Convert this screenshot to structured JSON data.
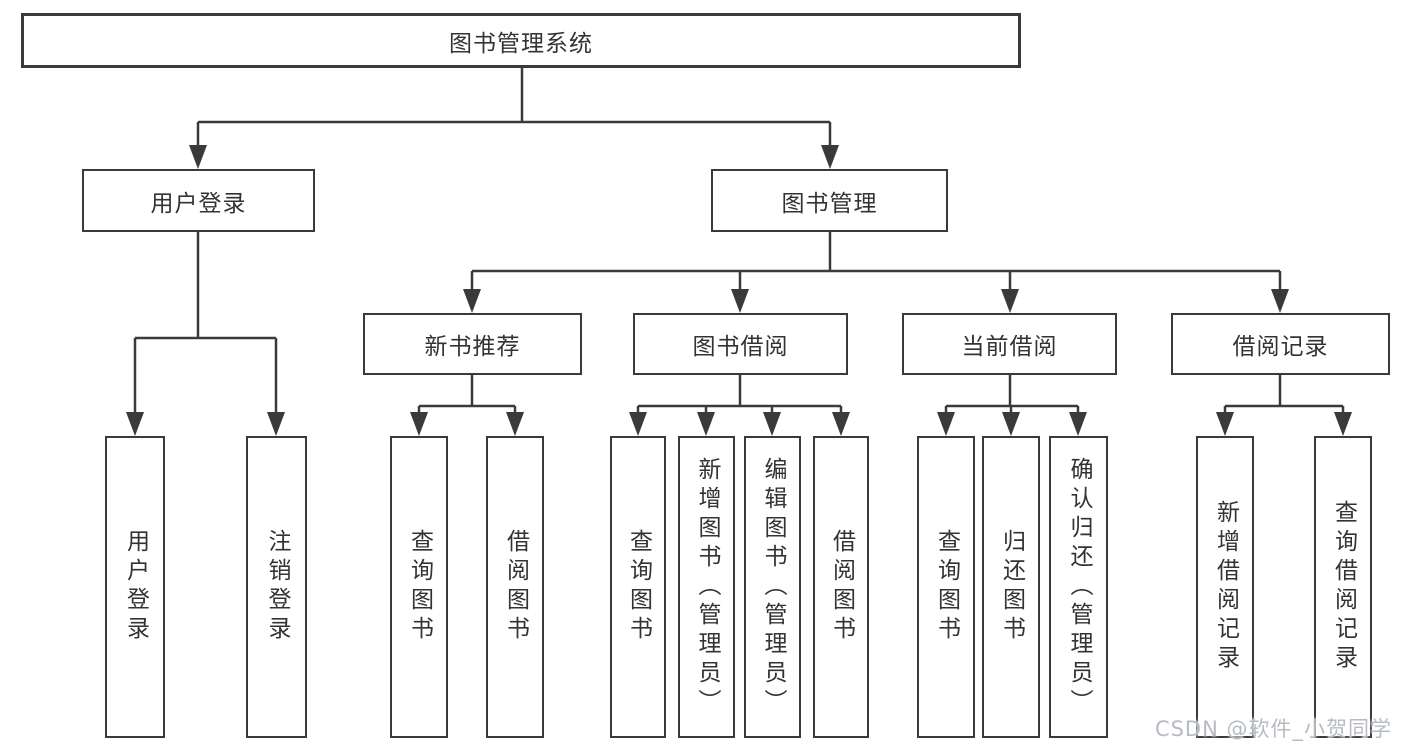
{
  "tree": {
    "root": {
      "label": "图书管理系统"
    },
    "branches": [
      {
        "label": "用户登录",
        "children": [
          {
            "label": "用户登录"
          },
          {
            "label": "注销登录"
          }
        ]
      },
      {
        "label": "图书管理",
        "children": [
          {
            "label": "新书推荐",
            "children": [
              {
                "label": "查询图书"
              },
              {
                "label": "借阅图书"
              }
            ]
          },
          {
            "label": "图书借阅",
            "children": [
              {
                "label": "查询图书"
              },
              {
                "label": "新增图书（管理员）"
              },
              {
                "label": "编辑图书（管理员）"
              },
              {
                "label": "借阅图书"
              }
            ]
          },
          {
            "label": "当前借阅",
            "children": [
              {
                "label": "查询图书"
              },
              {
                "label": "归还图书"
              },
              {
                "label": "确认归还（管理员）"
              }
            ]
          },
          {
            "label": "借阅记录",
            "children": [
              {
                "label": "新增借阅记录"
              },
              {
                "label": "查询借阅记录"
              }
            ]
          }
        ]
      }
    ]
  },
  "watermark": {
    "text": "CSDN @软件_小贺同学"
  },
  "colors": {
    "line": "#3a3a3a",
    "text": "#333333",
    "watermark": "#b7bbc2",
    "background": "#ffffff"
  }
}
